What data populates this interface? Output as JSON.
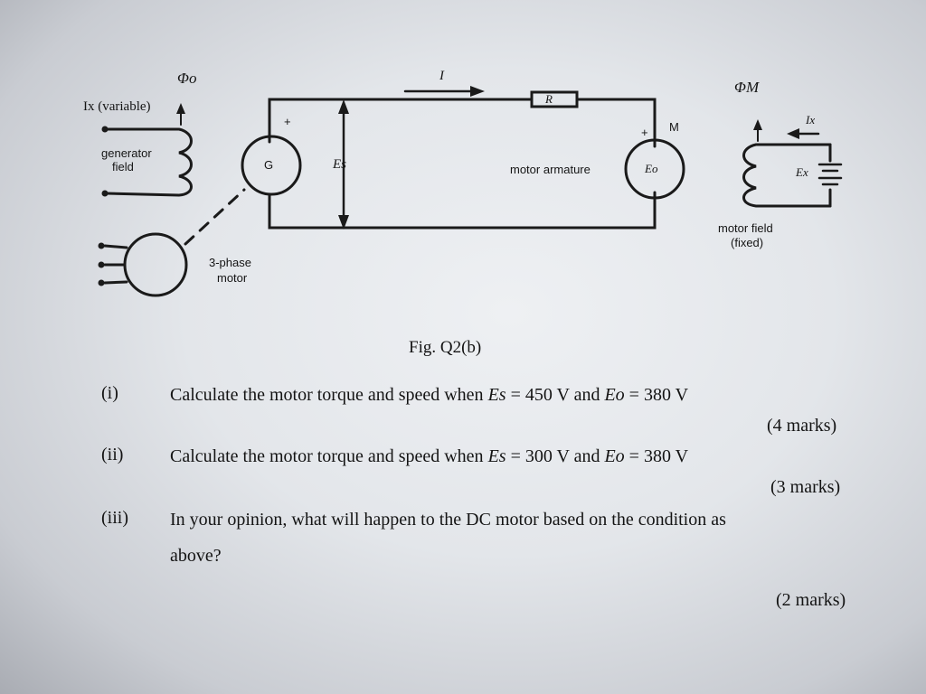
{
  "diagram": {
    "phi_o": "Φo",
    "phi_m": "ΦM",
    "ix_variable": "Ix (variable)",
    "gen_field_1": "generator",
    "gen_field_2": "field",
    "gen_symbol": "G",
    "es_label": "Es",
    "current_label": "I",
    "resistor_label": "R",
    "plus_gen": "+",
    "plus_motor": "+",
    "motor_armature": "motor armature",
    "eo_label": "Eo",
    "m_label": "M",
    "ix_right": "Ix",
    "ex_label": "Ex",
    "motor_field_1": "motor field",
    "motor_field_2": "(fixed)",
    "three_phase_1": "3-phase",
    "three_phase_2": "motor"
  },
  "caption": "Fig. Q2(b)",
  "questions": [
    {
      "num": "(i)",
      "text_a": "Calculate the motor torque and speed when ",
      "var1": "Es",
      "text_b": " = 450 V and ",
      "var2": "Eo",
      "text_c": " = 380 V",
      "marks": "(4 marks)"
    },
    {
      "num": "(ii)",
      "text_a": "Calculate the motor torque and speed when ",
      "var1": "Es",
      "text_b": " = 300 V and ",
      "var2": "Eo",
      "text_c": " = 380 V",
      "marks": "(3 marks)"
    },
    {
      "num": "(iii)",
      "line1": "In your opinion, what will happen to the DC motor based on the condition as",
      "line2": "above?",
      "marks": "(2 marks)"
    }
  ]
}
